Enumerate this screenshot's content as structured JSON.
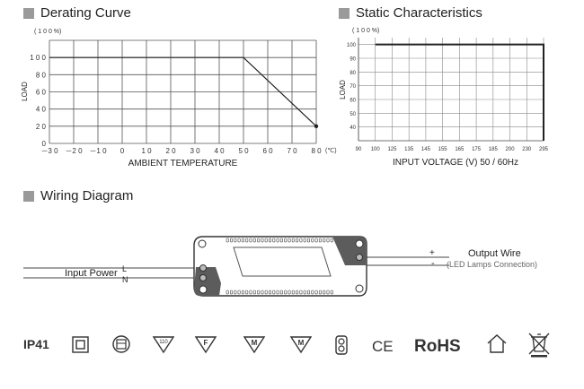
{
  "sections": {
    "derating_title": "Derating Curve",
    "static_title": "Static Characteristics",
    "wiring_title": "Wiring Diagram"
  },
  "chart_data": [
    {
      "type": "line",
      "title": "Derating Curve",
      "xlabel": "AMBIENT TEMPERATURE",
      "ylabel": "LOAD",
      "y_unit_label": "( 1 0 0 %)",
      "x_unit_label": "(℃)",
      "xlim": [
        -30,
        80
      ],
      "ylim": [
        0,
        120
      ],
      "x_ticks": [
        -30,
        -20,
        -10,
        0,
        10,
        20,
        30,
        40,
        50,
        60,
        70,
        80
      ],
      "x_tick_labels": [
        "－3 0",
        "－2 0",
        "－1 0",
        "0",
        "1 0",
        "2 0",
        "3 0",
        "4 0",
        "5 0",
        "6 0",
        "7 0",
        "8 0"
      ],
      "y_ticks": [
        0,
        20,
        40,
        60,
        80,
        100
      ],
      "y_tick_labels": [
        "0",
        "2 0",
        "4 0",
        "6 0",
        "8 0",
        "1 0 0"
      ],
      "grid": true,
      "series": [
        {
          "x": [
            -30,
            50,
            80
          ],
          "y": [
            100,
            100,
            20
          ]
        }
      ]
    },
    {
      "type": "line",
      "title": "Static Characteristics",
      "xlabel": "INPUT VOLTAGE (V) 50 / 60Hz",
      "ylabel": "LOAD",
      "y_unit_label": "( 1 0 0 %)",
      "xlim": [
        90,
        295
      ],
      "ylim": [
        30,
        105
      ],
      "x_ticks": [
        90,
        100,
        125,
        135,
        145,
        155,
        165,
        175,
        185,
        200,
        230,
        295
      ],
      "y_ticks": [
        40,
        50,
        60,
        70,
        80,
        90,
        100
      ],
      "grid": true,
      "series": [
        {
          "x": [
            100,
            295,
            295
          ],
          "y": [
            100,
            100,
            30
          ]
        }
      ]
    }
  ],
  "wiring": {
    "input_label": "Input Power",
    "input_l": "L",
    "input_n": "N",
    "output_label": "Output Wire",
    "output_sub": "(LED Lamps Connection)",
    "plus": "+",
    "minus": "-"
  },
  "certs": {
    "ip": "IP41",
    "tri_110": "110",
    "tri_f": "F",
    "tri_m1": "M",
    "tri_m2": "M",
    "ce": "CE",
    "rohs": "RoHS"
  }
}
